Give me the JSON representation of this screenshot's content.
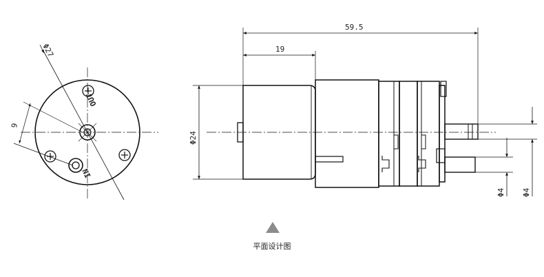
{
  "drawing": {
    "dimensions": {
      "overall_length": "59.5",
      "motor_length": "19",
      "side_spacing": "9",
      "mount_diameter": "Φ27",
      "body_diameter": "Φ24",
      "port_a_diameter": "Φ4",
      "port_b_diameter": "Φ4"
    },
    "port_labels": {
      "outlet": "OUT",
      "inlet": "IN"
    }
  },
  "caption": "平面设计图",
  "colors": {
    "line": "#111111",
    "marker": "#8c8c8c"
  }
}
